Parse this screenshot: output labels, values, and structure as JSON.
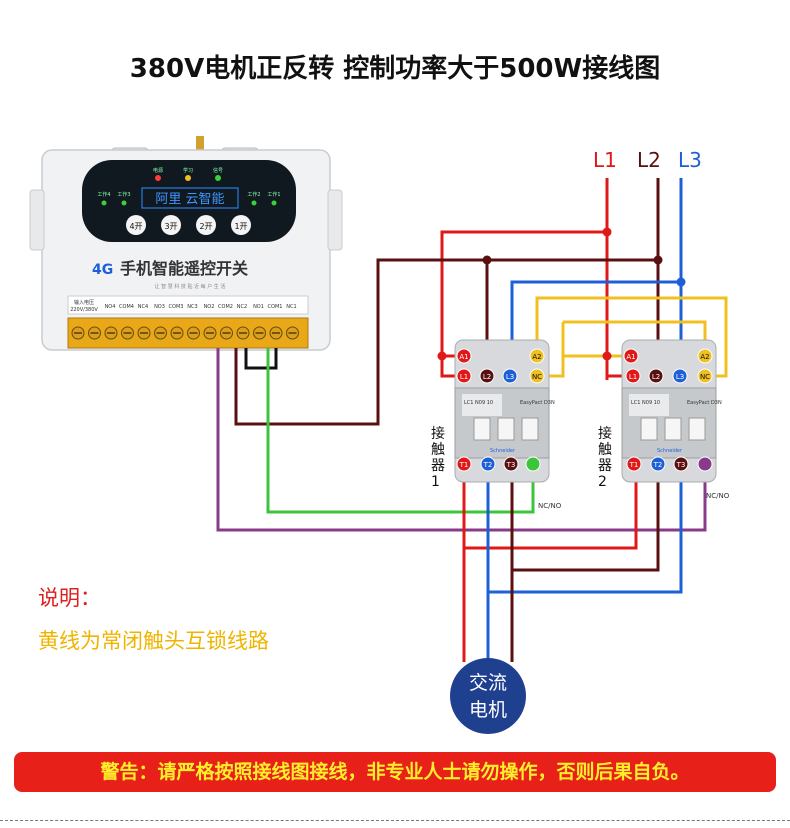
{
  "title": "380V电机正反转  控制功率大于500W接线图",
  "supply": {
    "l1": "L1",
    "l2": "L2",
    "l3": "L3"
  },
  "device": {
    "brand_text": "阿里 云智能",
    "product_name": "手机智能遥控开关",
    "badge": "4G",
    "slogan": "让 智 慧 科 技 贴 近 每 户 生 活",
    "indicators": [
      "电源",
      "学习",
      "信号"
    ],
    "side_labels": [
      "工作4",
      "工作3",
      "工作2",
      "工作1"
    ],
    "buttons": [
      "4开",
      "3开",
      "2开",
      "1开"
    ],
    "input_label": "输入电压",
    "input_value": "220V/380V",
    "terminal_labels": [
      "NO4",
      "COM4",
      "NC4",
      "NO3",
      "COM3",
      "NC3",
      "NO2",
      "COM2",
      "NC2",
      "NO1",
      "COM1",
      "NC1"
    ]
  },
  "contactors": [
    {
      "name": "接触器1",
      "top_pins": [
        "A1",
        "L1",
        "L2",
        "L3",
        "A2",
        "NC"
      ],
      "bottom_pins": [
        "T1",
        "T2",
        "T3"
      ],
      "aux_label": "NC/NO",
      "model": "LC1 N09 10",
      "brand": "Schneider",
      "series": "EasyPact D3N"
    },
    {
      "name": "接触器2",
      "top_pins": [
        "A1",
        "L1",
        "L2",
        "L3",
        "A2",
        "NC"
      ],
      "bottom_pins": [
        "T1",
        "T2",
        "T3"
      ],
      "aux_label": "NC/NO",
      "model": "LC1 N09 10",
      "brand": "Schneider",
      "series": "EasyPact D3N"
    }
  ],
  "motor": {
    "line1": "交流",
    "line2": "电机"
  },
  "notes": {
    "heading": "说明：",
    "text": "黄线为常闭触头互锁线路"
  },
  "warning": "警告：请严格按照接线图接线，非专业人士请勿操作，否则后果自负。",
  "colors": {
    "l1": "#e01818",
    "l2": "#5a1010",
    "l3": "#1d5fd6",
    "interlock": "#f0c020",
    "control_green": "#3cc43c",
    "control_purple": "#8a3a8a",
    "motor": "#1f3f8f"
  }
}
